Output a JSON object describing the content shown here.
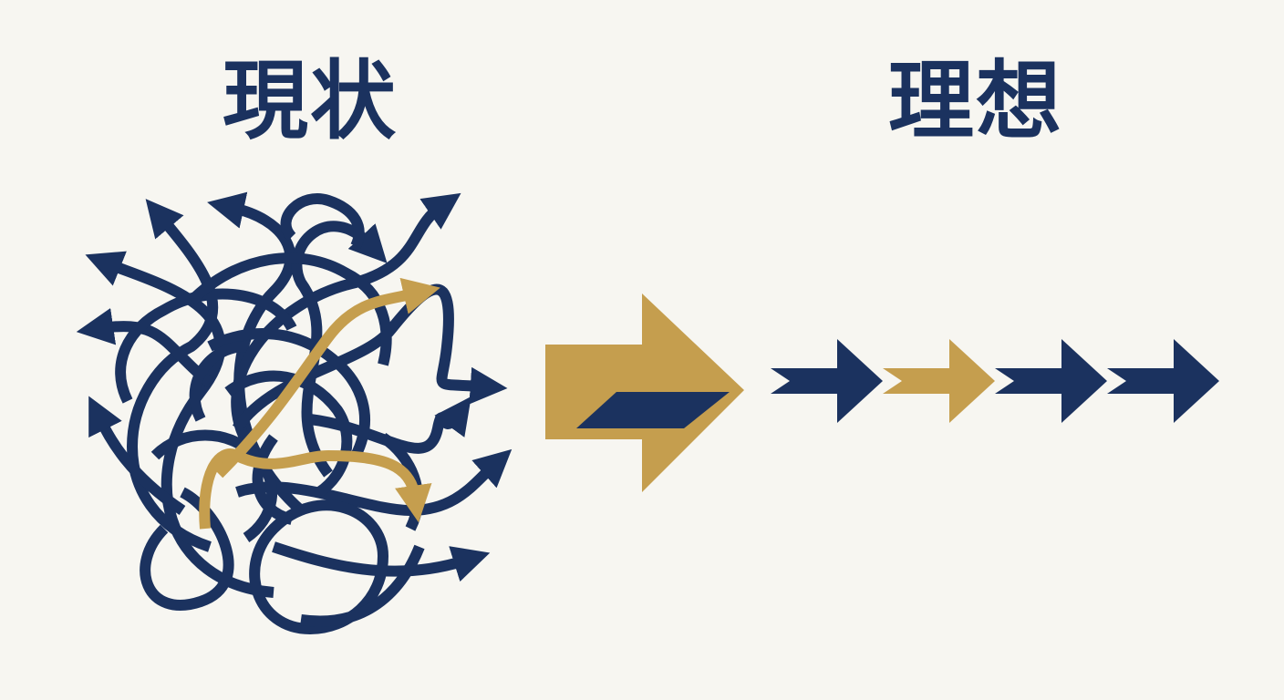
{
  "headings": {
    "current": "現状",
    "ideal": "理想"
  },
  "colors": {
    "background": "#f7f6f1",
    "navy": "#1b325f",
    "gold": "#c59e4e"
  },
  "icons": {
    "tangle": "tangled-arrows-icon",
    "transition": "transition-arrow-icon",
    "flow": "aligned-arrows-icon"
  },
  "flow_arrows": [
    "navy",
    "gold",
    "navy",
    "navy"
  ]
}
